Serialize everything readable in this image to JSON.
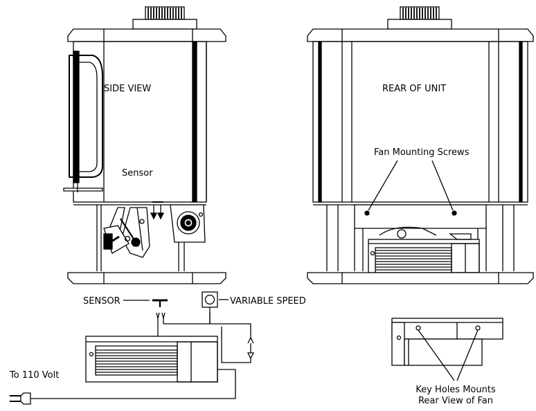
{
  "labels": {
    "side_view": "SIDE VIEW",
    "rear_of_unit": "REAR OF UNIT",
    "sensor_small": "Sensor",
    "fan_mounting_screws": "Fan Mounting Screws",
    "sensor_caps": "SENSOR",
    "variable_speed": "VARIABLE SPEED",
    "to_110_volt": "To 110 Volt",
    "key_holes_line1": "Key Holes Mounts",
    "key_holes_line2": "Rear View of Fan"
  },
  "colors": {
    "ink": "#000000",
    "paper": "#ffffff"
  }
}
